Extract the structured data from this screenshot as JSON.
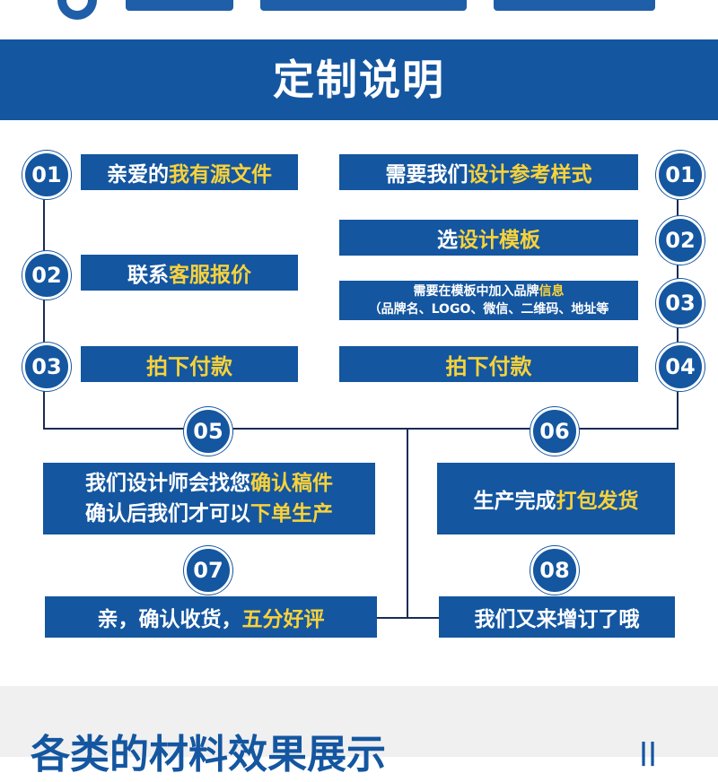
{
  "header": {
    "title": "定制说明"
  },
  "left_steps": {
    "s01": {
      "num": "01",
      "pre": "亲爱的",
      "hl": "我有源文件"
    },
    "s02": {
      "num": "02",
      "pre": "联系",
      "hl": "客服报价"
    },
    "s03": {
      "num": "03",
      "hl": "拍下付款"
    }
  },
  "right_steps": {
    "s01": {
      "num": "01",
      "pre": "需要我们",
      "hl": "设计参考样式"
    },
    "s02": {
      "num": "02",
      "pre": "选",
      "hl": "设计模板"
    },
    "s03": {
      "num": "03",
      "line1_pre": "需要在模板中加入品牌",
      "line1_hl": "信息",
      "line2": "（品牌名、LOGO、微信、二维码、地址等"
    },
    "s04": {
      "num": "04",
      "hl": "拍下付款"
    }
  },
  "merge_steps": {
    "s05": {
      "num": "05",
      "line1_pre": "我们设计师会找您",
      "line1_hl": "确认稿件",
      "line2_pre": "确认后我们才可以",
      "line2_hl": "下单生产"
    },
    "s06": {
      "num": "06",
      "pre": "生产完成",
      "hl": "打包发货"
    },
    "s07": {
      "num": "07",
      "pre": "亲，确认收货，",
      "hl": "五分好评"
    },
    "s08": {
      "num": "08",
      "text": "我们又来增订了哦"
    }
  },
  "footer": {
    "title": "各类的材料效果展示",
    "mark": "ll"
  },
  "colors": {
    "primary": "#1456a0",
    "highlight": "#f9d23a",
    "line": "#1a2b55"
  }
}
